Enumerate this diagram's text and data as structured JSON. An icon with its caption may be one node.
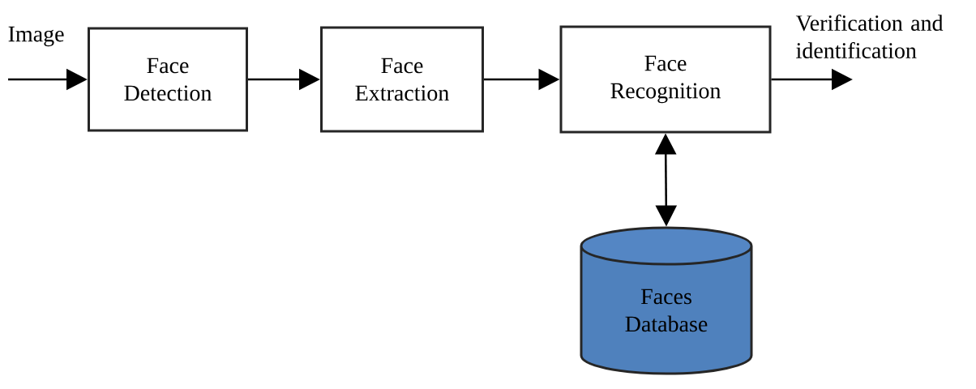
{
  "diagram": {
    "nodes": [
      {
        "text": [
          "Face Detection"
        ]
      },
      {
        "text": [
          "Face Extraction"
        ]
      },
      {
        "text": [
          "Face Recognition"
        ]
      },
      {
        "text": [
          "Faces Database"
        ]
      }
    ],
    "edges": [
      {
        "from": null,
        "to": 0,
        "arrow": "to",
        "label": "Image"
      },
      {
        "from": 0,
        "to": 1,
        "arrow": "to"
      },
      {
        "from": 1,
        "to": 2,
        "arrow": "to"
      },
      {
        "from": 2,
        "to": null,
        "arrow": "to",
        "label": "Verification and identification"
      },
      {
        "from": 2,
        "to": 3,
        "arrow": "both"
      }
    ]
  }
}
